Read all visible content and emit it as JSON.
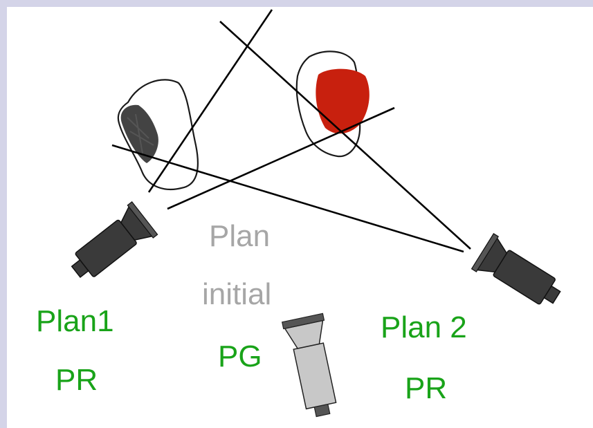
{
  "colors": {
    "frame": "#d4d4e8",
    "label_green": "#19a319",
    "label_grey": "#a6a6a6",
    "camera_dark": "#3a3a3a",
    "camera_light": "#c8c8c8",
    "red_object": "#c8200e"
  },
  "labels": {
    "plan1": "Plan1",
    "plan1_pr": "PR",
    "plan_initial_line1": "Plan",
    "plan_initial_line2": "initial",
    "pg": "PG",
    "plan2": "Plan 2",
    "plan2_pr": "PR"
  }
}
